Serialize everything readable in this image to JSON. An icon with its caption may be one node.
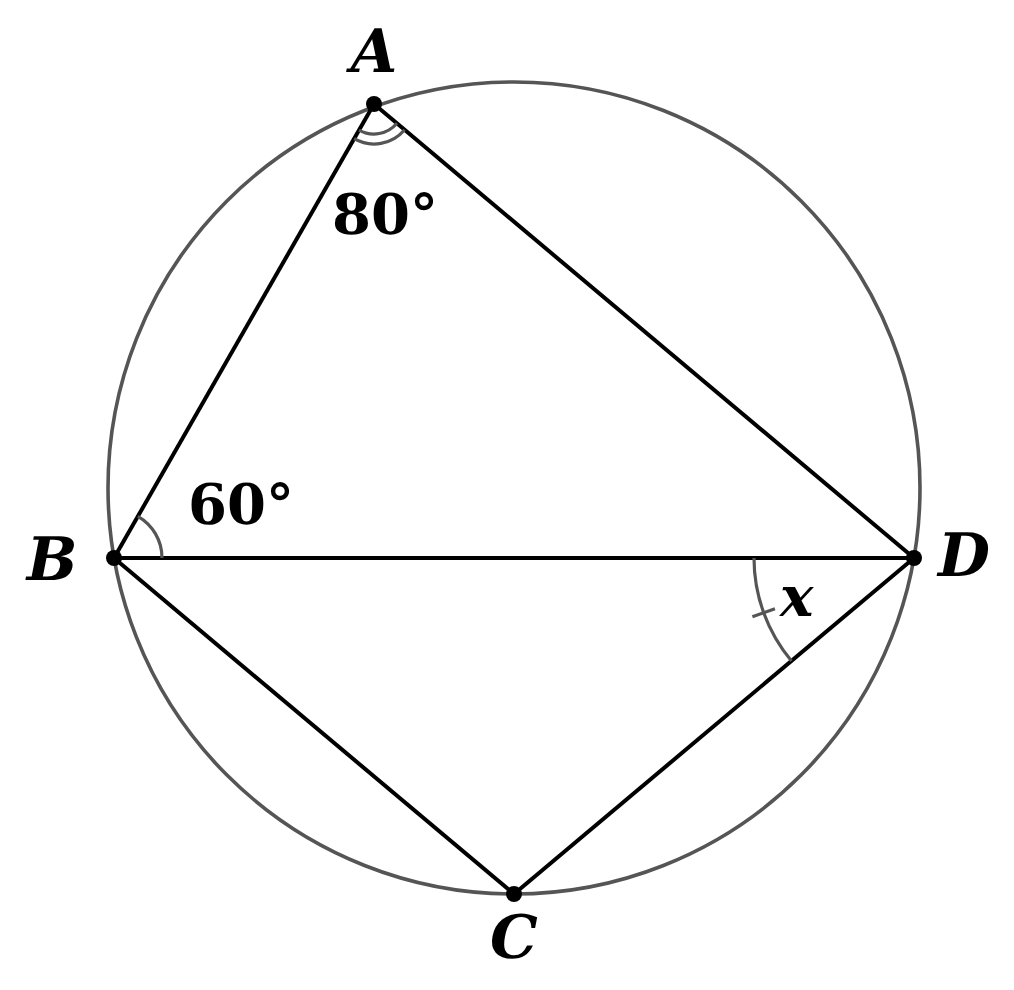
{
  "diagram": {
    "nodes": [
      {
        "text": [
          "A"
        ]
      },
      {
        "text": [
          "B"
        ]
      },
      {
        "text": [
          "C"
        ]
      },
      {
        "text": [
          "D"
        ]
      }
    ],
    "edges": [
      {
        "from": 0,
        "to": 1,
        "arrow": "none"
      },
      {
        "from": 0,
        "to": 3,
        "arrow": "none"
      },
      {
        "from": 1,
        "to": 3,
        "arrow": "none"
      },
      {
        "from": 1,
        "to": 2,
        "arrow": "none"
      },
      {
        "from": 2,
        "to": 3,
        "arrow": "none"
      }
    ],
    "labels": [
      "80°",
      "60°",
      "x"
    ]
  }
}
